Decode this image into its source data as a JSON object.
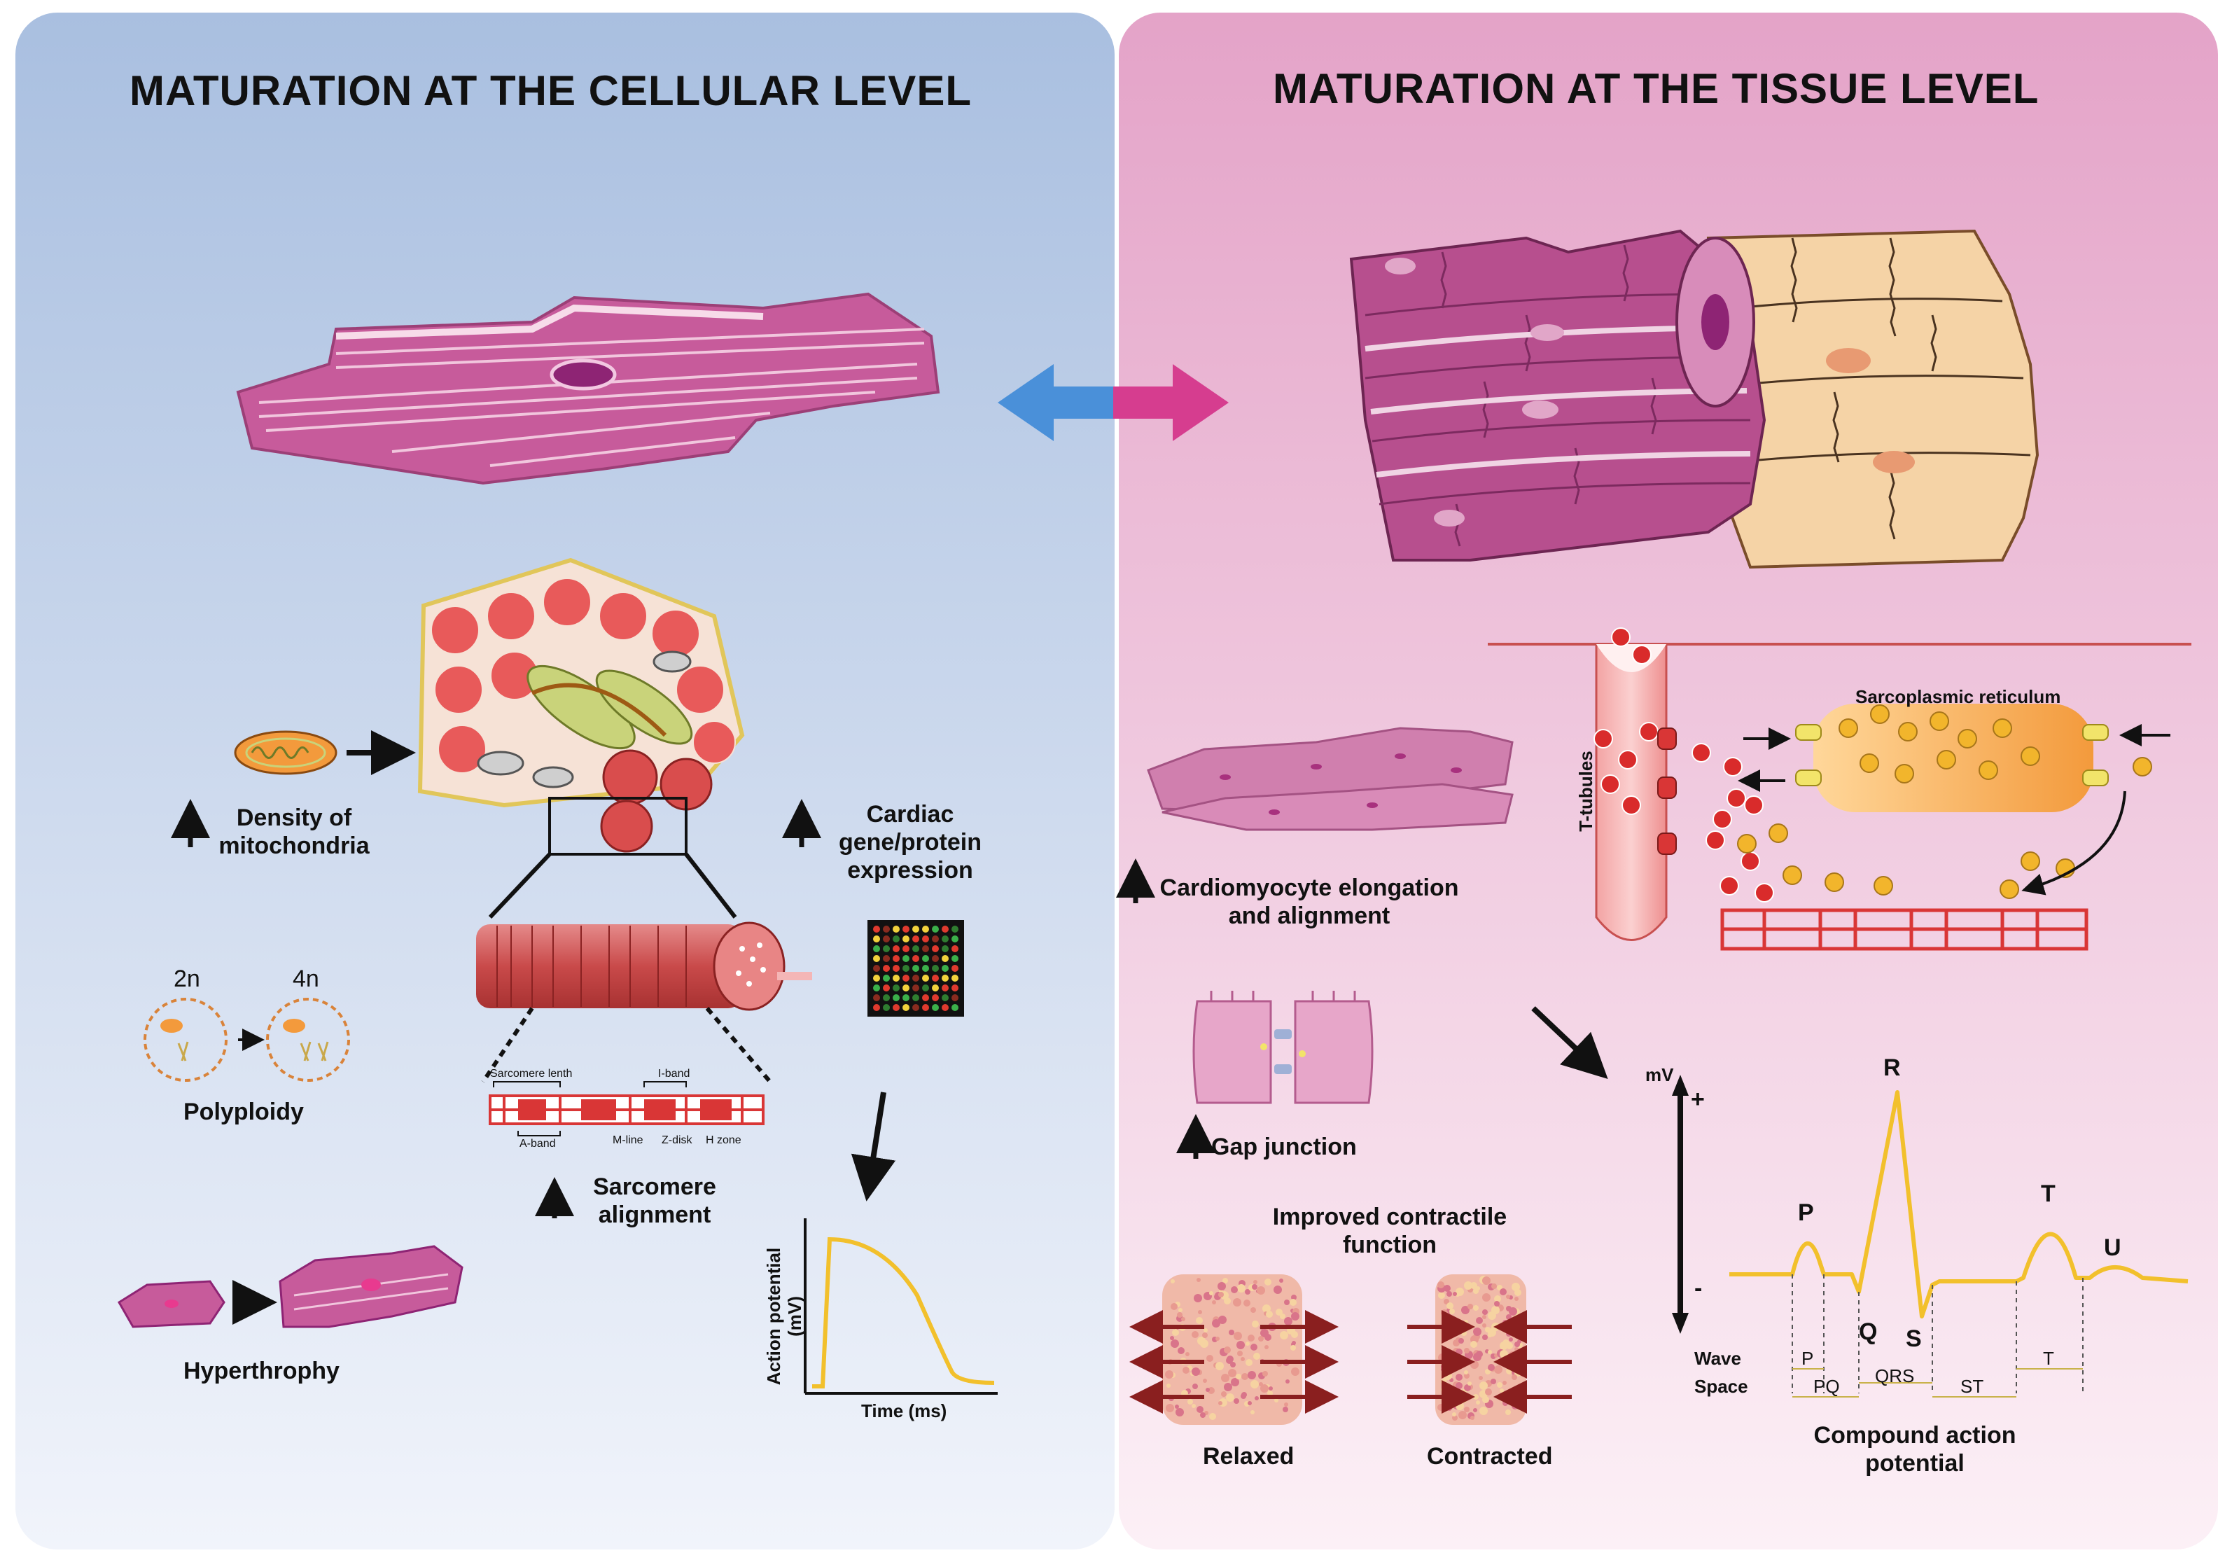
{
  "panels": {
    "cellular": {
      "title": "MATURATION AT THE CELLULAR LEVEL",
      "bg_top": "#afc4e2",
      "bg_bottom": "#eef2fa"
    },
    "tissue": {
      "title": "MATURATION AT THE TISSUE LEVEL",
      "bg_top": "#e5a5c9",
      "bg_bottom": "#fbeef5"
    }
  },
  "cellular": {
    "mitochondria": "Density of mitochondria",
    "cardiac_expression": "Cardiac gene/protein expression",
    "ploidy_before": "2n",
    "ploidy_after": "4n",
    "polyploidy": "Polyploidy",
    "sarcomere_length": "Sarcomere lenth",
    "i_band": "I-band",
    "a_band": "A-band",
    "m_line": "M-line",
    "z_disk": "Z-disk",
    "h_zone": "H zone",
    "sarcomere_alignment": "Sarcomere alignment",
    "hypertrophy": "Hyperthrophy",
    "ap_ylabel": "Action potential (mV)",
    "ap_xlabel": "Time (ms)"
  },
  "tissue": {
    "t_tubules": "T-tubules",
    "sarcoplasmic_reticulum": "Sarcoplasmic reticulum",
    "elongation": "Cardiomyocyte elongation and alignment",
    "gap_junction": "Gap junction",
    "contractile": "Improved contractile function",
    "relaxed": "Relaxed",
    "contracted": "Contracted",
    "ecg_unit": "mV",
    "ecg_plus": "+",
    "ecg_minus": "-",
    "wave_p": "P",
    "wave_q": "Q",
    "wave_r": "R",
    "wave_s": "S",
    "wave_t": "T",
    "wave_u": "U",
    "wave_row_label": "Wave",
    "space_row_label": "Space",
    "wave_row": [
      "P",
      "QRS",
      "T"
    ],
    "space_row": [
      "PQ",
      "ST"
    ],
    "compound": "Compound action potential"
  },
  "colors": {
    "blue_arrow": "#4a90d9",
    "pink_arrow": "#d63d8f",
    "muscle": "#c75b9b",
    "muscle_light": "#e9b7d3",
    "tissue_tan": "#f5d3a6",
    "red": "#d93636",
    "ecg": "#f2c02c",
    "orange": "#f39a3c"
  }
}
